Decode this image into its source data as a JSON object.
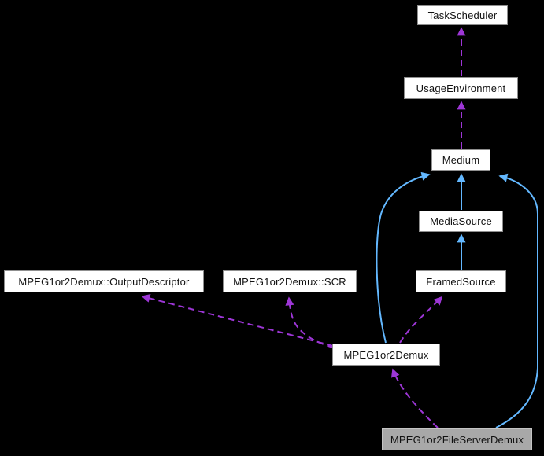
{
  "diagram": {
    "type": "doxygen-collaboration-graph",
    "background": "#000000",
    "nodes": [
      {
        "id": "task-scheduler",
        "label": "TaskScheduler",
        "highlighted": false
      },
      {
        "id": "usage-environment",
        "label": "UsageEnvironment",
        "highlighted": false
      },
      {
        "id": "medium",
        "label": "Medium",
        "highlighted": false
      },
      {
        "id": "media-source",
        "label": "MediaSource",
        "highlighted": false
      },
      {
        "id": "framed-source",
        "label": "FramedSource",
        "highlighted": false
      },
      {
        "id": "output-descriptor",
        "label": "MPEG1or2Demux::OutputDescriptor",
        "highlighted": false
      },
      {
        "id": "scr",
        "label": "MPEG1or2Demux::SCR",
        "highlighted": false
      },
      {
        "id": "demux",
        "label": "MPEG1or2Demux",
        "highlighted": false
      },
      {
        "id": "file-server-demux",
        "label": "MPEG1or2FileServerDemux",
        "highlighted": true
      }
    ],
    "edges": [
      {
        "from": "UsageEnvironment",
        "to": "TaskScheduler",
        "type": "usage"
      },
      {
        "from": "Medium",
        "to": "UsageEnvironment",
        "type": "usage"
      },
      {
        "from": "MediaSource",
        "to": "Medium",
        "type": "inheritance"
      },
      {
        "from": "FramedSource",
        "to": "MediaSource",
        "type": "inheritance"
      },
      {
        "from": "MPEG1or2Demux",
        "to": "Medium",
        "type": "inheritance"
      },
      {
        "from": "MPEG1or2Demux",
        "to": "MPEG1or2Demux::OutputDescriptor",
        "type": "usage"
      },
      {
        "from": "MPEG1or2Demux",
        "to": "MPEG1or2Demux::SCR",
        "type": "usage"
      },
      {
        "from": "MPEG1or2Demux",
        "to": "FramedSource",
        "type": "usage"
      },
      {
        "from": "MPEG1or2FileServerDemux",
        "to": "MPEG1or2Demux",
        "type": "usage"
      },
      {
        "from": "MPEG1or2FileServerDemux",
        "to": "Medium",
        "type": "inheritance"
      }
    ],
    "colors": {
      "background": "#000000",
      "node_fill": "#ffffff",
      "node_border": "#8f8f8f",
      "node_text": "#111111",
      "highlight_fill": "#a8a8a8",
      "highlight_border": "#c4c4c4",
      "inheritance_edge": "#63b8ff",
      "usage_edge": "#9d36d6"
    }
  }
}
